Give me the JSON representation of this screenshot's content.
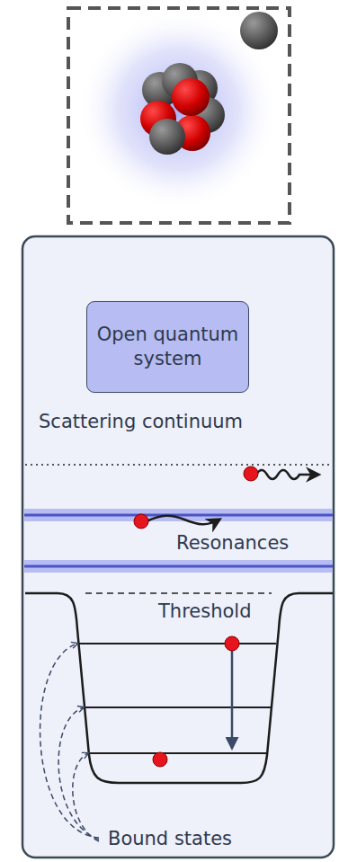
{
  "diagram": {
    "nodes": [
      {
        "text": [
          "Open quantum system"
        ]
      }
    ],
    "labels": [
      "Scattering continuum",
      "Resonances",
      "Threshold",
      "Bound states"
    ]
  }
}
